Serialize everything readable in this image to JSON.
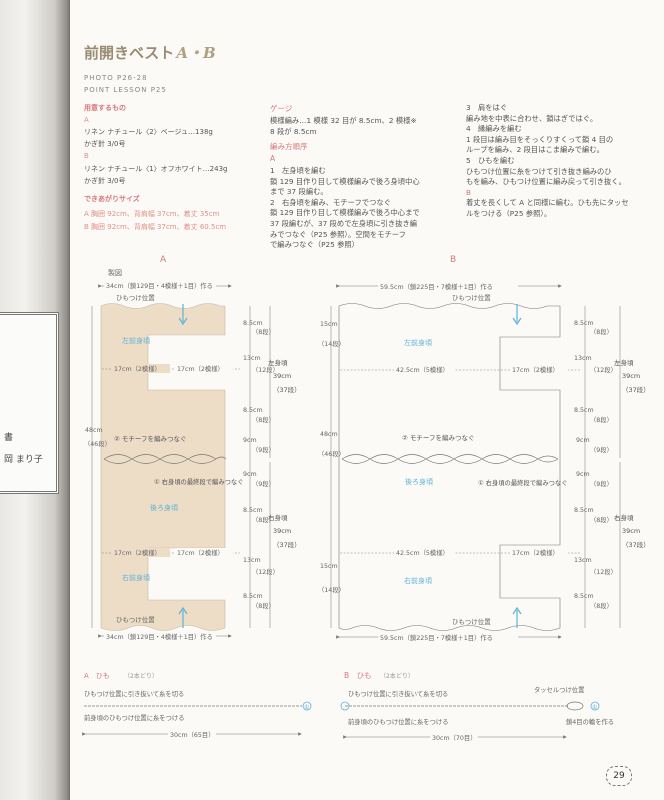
{
  "spine": {
    "mark": "書",
    "author": "岡 まり子"
  },
  "header": {
    "title": "前開きベスト",
    "title_ab": "A・B",
    "photo_ref": "PHOTO P26-28",
    "point_lesson": "POINT LESSON P25"
  },
  "materials": {
    "heading": "用意するもの",
    "a_label": "A",
    "a_yarn": "リネン ナチュール〈2〉ベージュ…138g",
    "a_needle": "かぎ針 3/0号",
    "b_label": "B",
    "b_yarn": "リネン ナチュール〈1〉オフホワイト…243g",
    "b_needle": "かぎ針 3/0号"
  },
  "finish": {
    "heading": "できあがりサイズ",
    "a": "A 胸囲 92cm、背肩幅 37cm、着丈 35cm",
    "b": "B 胸囲 92cm、背肩幅 37cm、着丈 60.5cm"
  },
  "gauge": {
    "heading": "ゲージ",
    "lines": [
      "模様編み…1 模様 32 目が 8.5cm、2 模様※",
      "8 段が 8.5cm"
    ]
  },
  "method": {
    "heading": "編み方順序",
    "a_label": "A",
    "steps_a": [
      "1　左身頃を編む",
      "鎖 129 目作り目して模様編みで後ろ身頃中心",
      "まで 37 段編む。",
      "2　右身頃を編み、モチーフでつなぐ",
      "鎖 129 目作り目して模様編みで後ろ中心まで",
      "37 段編むが、37 段めで左身頃に引き抜き編",
      "みでつなぐ（P25 参照）。空間をモチーフ",
      "で編みつなぐ（P25 参照）"
    ],
    "steps_b": [
      "3　肩をはぐ",
      "編み地を中表に合わせ、鎖はぎではぐ。",
      "4　縁編みを編む",
      "1 段目は編み目をそっくりすくって鎖 4 目の",
      "ループを編み、2 段目はこま編みで編む。",
      "5　ひもを編む",
      "ひもつけ位置に糸をつけて引き抜き編みのひ",
      "もを編み、ひもつけ位置に編み戻って引き抜く。",
      "B",
      "着丈を長くして A と同様に編む。ひも先にタッセ",
      "ルをつける（P25 参照）。"
    ]
  },
  "diagram_a": {
    "label": "A",
    "legend": "製図",
    "top_width": "34cm（鎖129目・4模様＋1目）作る",
    "bottom_width": "34cm（鎖129目・4模様＋1目）作る",
    "tie_pos_top": "ひもつけ位置",
    "tie_pos_bottom": "ひもつけ位置",
    "left_front": "左前身頃",
    "right_front": "右前身頃",
    "back": "後ろ身頃",
    "armhole_w1": "17cm（2模様）",
    "armhole_w2": "17cm（2模様）",
    "shoulder_w1": "17cm（2模様）",
    "shoulder_w2": "17cm（2模様）",
    "motif_note": "② モチーフを編みつなぐ",
    "join_note": "① 右身頃の最終段で編みつなぐ",
    "height_total": "48cm",
    "height_rows": "（46段）",
    "dims_right": [
      "8.5cm",
      "（8段）",
      "13cm",
      "（12段）",
      "8.5cm",
      "（8段）",
      "9cm",
      "（9段）",
      "9cm",
      "（9段）",
      "8.5cm",
      "（8段）",
      "13cm",
      "（12段）",
      "8.5cm",
      "（8段）"
    ],
    "left_body": "左身頃",
    "left_body_h": "39cm",
    "left_body_r": "（37段）",
    "right_body": "右身頃",
    "right_body_h": "39cm",
    "right_body_r": "（37段）"
  },
  "diagram_b": {
    "label": "B",
    "top_width": "59.5cm（鎖225目・7模様＋1目）作る",
    "bottom_width": "59.5cm（鎖225目・7模様＋1目）作る",
    "tie_pos_top": "ひもつけ位置",
    "tie_pos_bottom": "ひもつけ位置",
    "left_front": "左前身頃",
    "right_front": "右前身頃",
    "back": "後ろ身頃",
    "width_1": "42.5cm（5模様）",
    "width_2": "42.5cm（5模様）",
    "armhole_1": "17cm（2模様）",
    "armhole_2": "17cm（2模様）",
    "motif_note": "② モチーフを編みつなぐ",
    "join_note": "① 右身頃の最終段で編みつなぐ",
    "h_top": "15cm",
    "h_top_r": "（14段）",
    "h_total": "48cm",
    "h_total_r": "（46段）",
    "h_bottom": "15cm",
    "h_bottom_r": "（14段）",
    "left_body": "左身頃",
    "left_body_h": "39cm",
    "left_body_r": "（37段）",
    "right_body": "右身頃",
    "right_body_h": "39cm",
    "right_body_r": "（37段）"
  },
  "string_a": {
    "title": "A　ひも",
    "count": "（2本どり）",
    "pull": "ひもつけ位置に引き抜いて糸を切る",
    "attach": "前身頃のひもつけ位置に糸をつける",
    "length": "30cm（65目）",
    "marker": "①"
  },
  "string_b": {
    "title": "B　ひも",
    "count": "（2本どり）",
    "pull": "ひもつけ位置に引き抜いて糸を切る",
    "attach": "前身頃のひもつけ位置に糸をつける",
    "length": "30cm（70目）",
    "tassel": "タッセルつけ位置",
    "ring": "鎖4目の輪を作る",
    "marker": "①"
  },
  "page": {
    "number": "29"
  },
  "colors": {
    "beige": "#eddcc6",
    "blue": "#5cb3d8",
    "pink": "#d8787b"
  }
}
